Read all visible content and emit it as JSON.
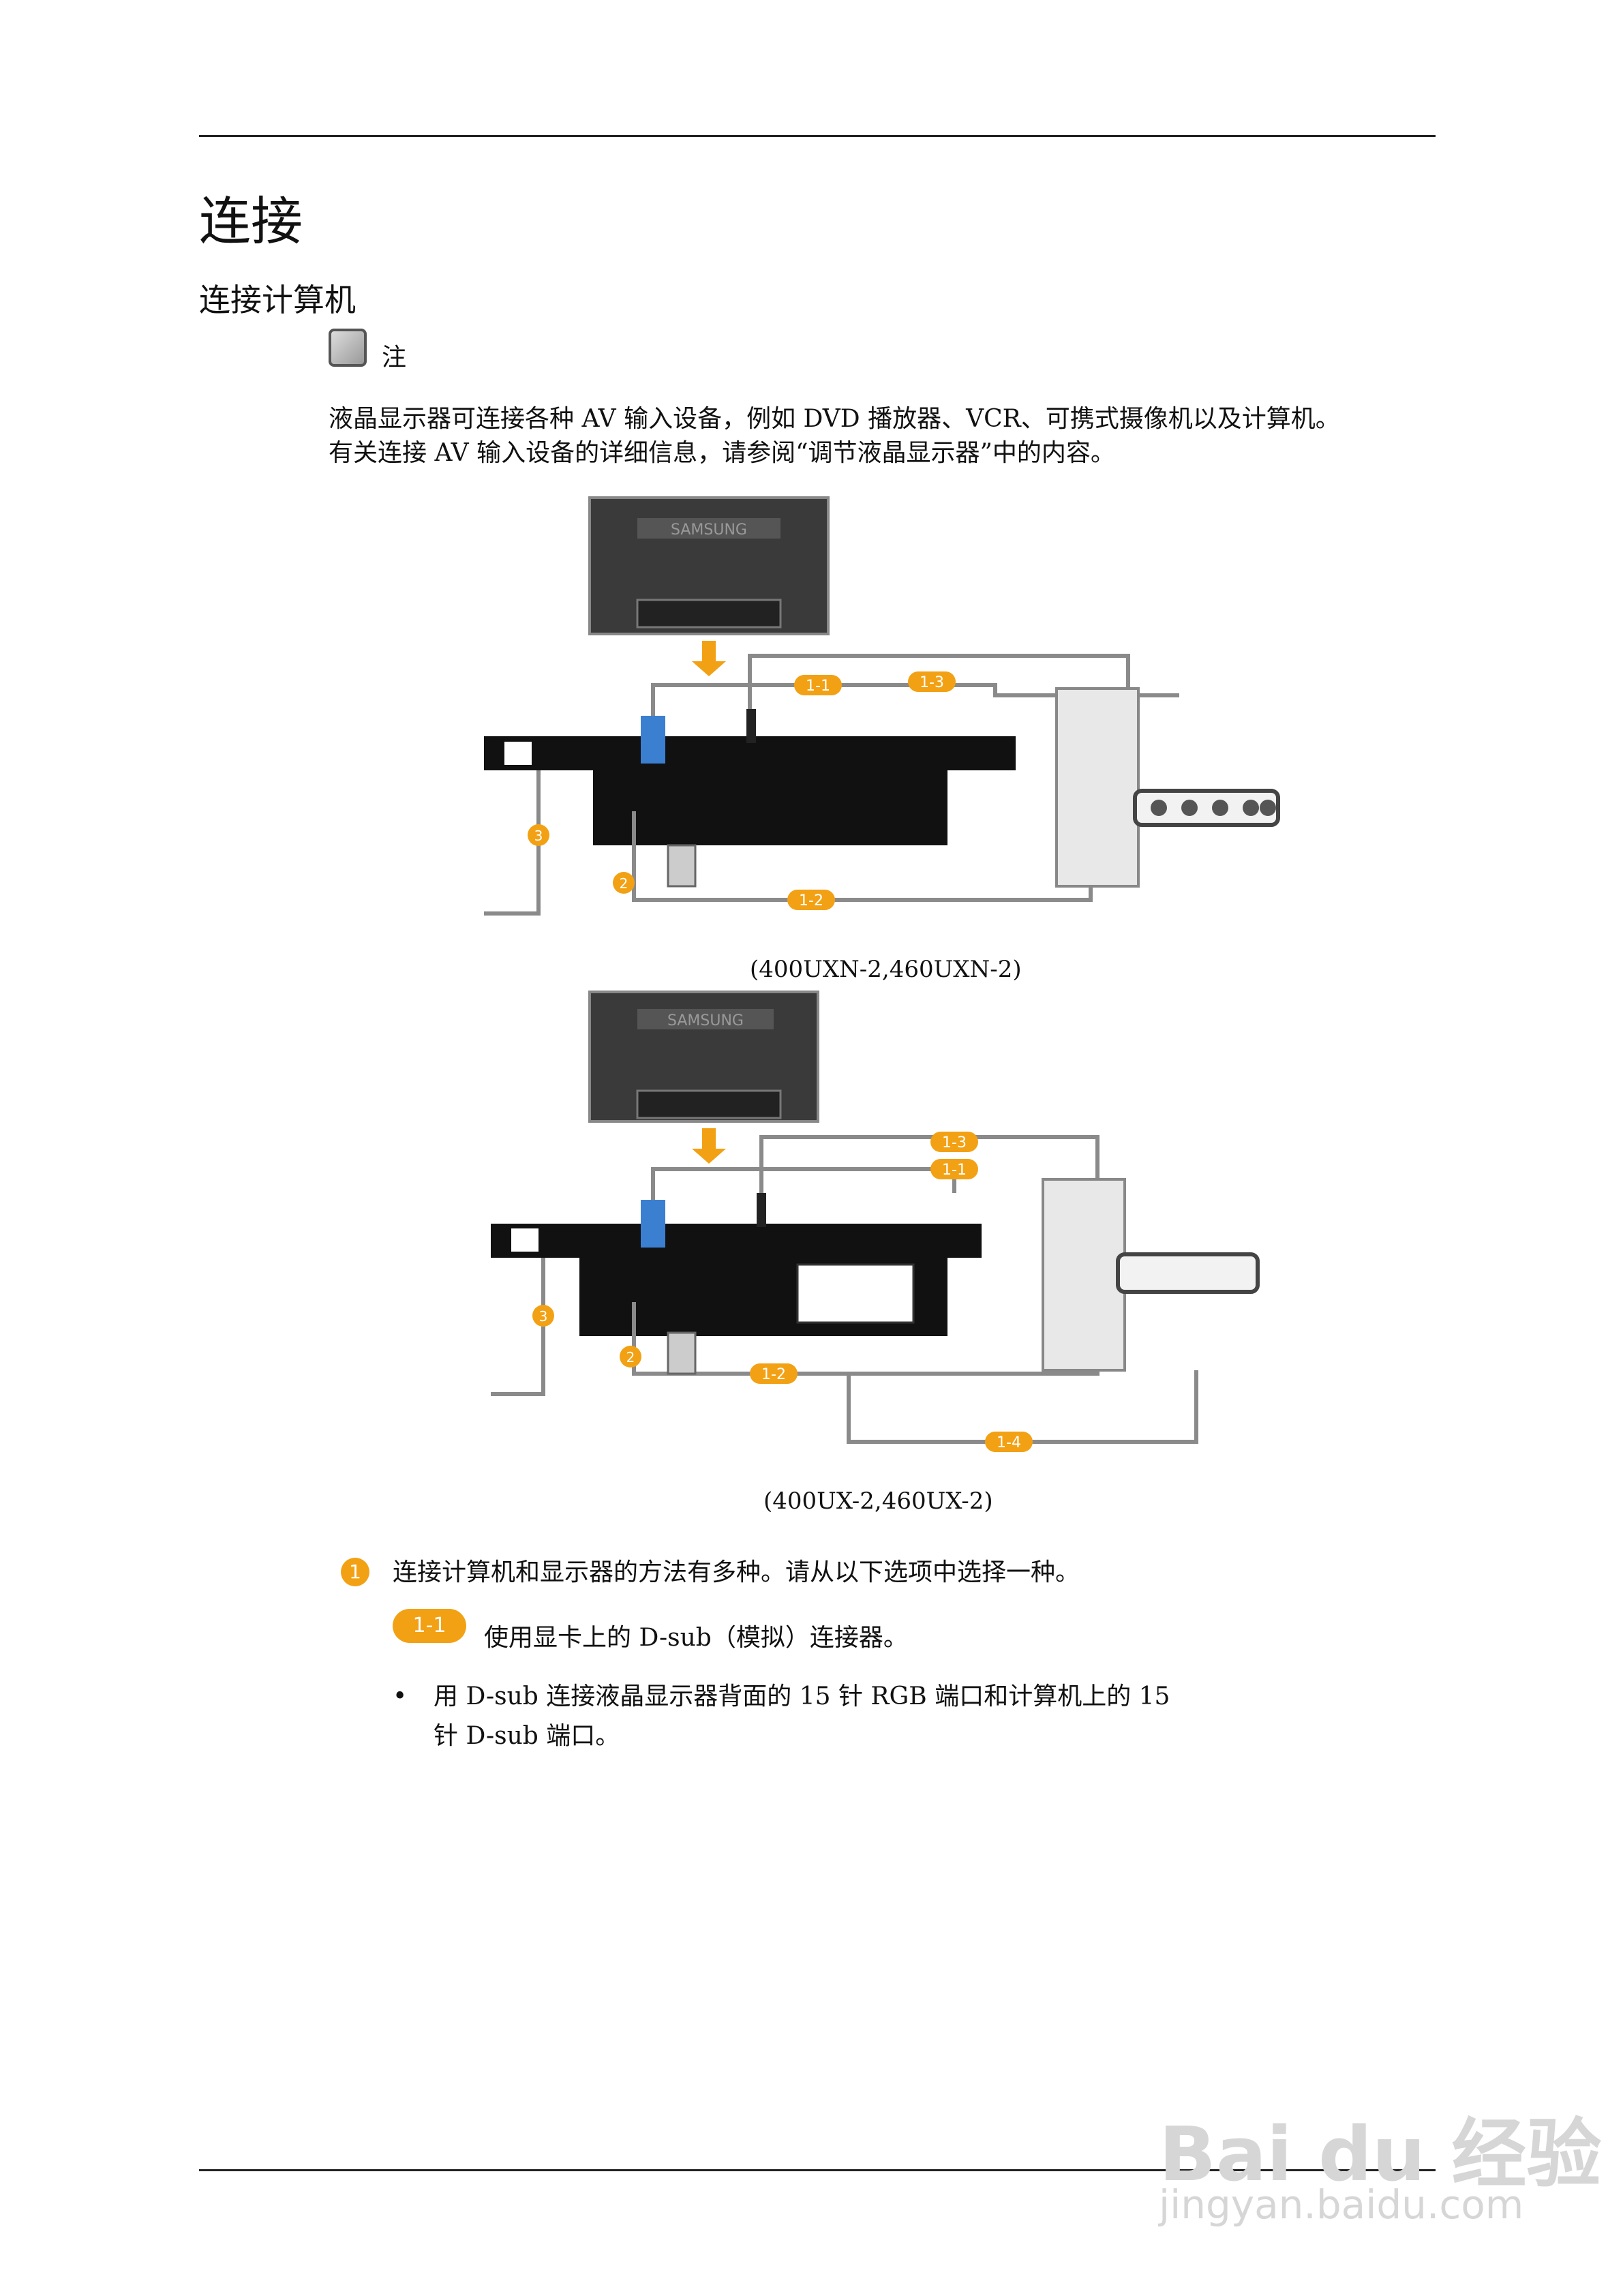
{
  "heading": "连接",
  "subheading": "连接计算机",
  "note": {
    "label": "注"
  },
  "paragraph": {
    "line1": "液晶显示器可连接各种 AV 输入设备，例如 DVD 播放器、VCR、可携式摄像机以及计算机。",
    "line2": "有关连接 AV 输入设备的详细信息，请参阅“调节液晶显示器”中的内容。"
  },
  "figures": [
    {
      "caption": "(400UXN-2,460UXN-2)",
      "brand": "SAMSUNG",
      "labels": [
        "1-1",
        "1-3",
        "1-2",
        "2",
        "3"
      ]
    },
    {
      "caption": "(400UX-2,460UX-2)",
      "brand": "SAMSUNG",
      "labels": [
        "1-3",
        "1-1",
        "1-2",
        "1-4",
        "2",
        "3"
      ]
    }
  ],
  "step1": {
    "number": "1",
    "text": "连接计算机和显示器的方法有多种。请从以下选项中选择一种。"
  },
  "option_1_1": {
    "tag": "1-1",
    "text": "使用显卡上的 D-sub（模拟）连接器。"
  },
  "bullet": {
    "symbol": "•",
    "line1": "用 D-sub 连接液晶显示器背面的 15 针 RGB 端口和计算机上的 15",
    "line2": "针 D-sub 端口。"
  },
  "watermark": {
    "brand": "Bai du 经验",
    "url": "jingyan.baidu.com"
  },
  "colors": {
    "accent": "#f2a114",
    "cable": "#8a8a8a",
    "panel": "#111111"
  }
}
